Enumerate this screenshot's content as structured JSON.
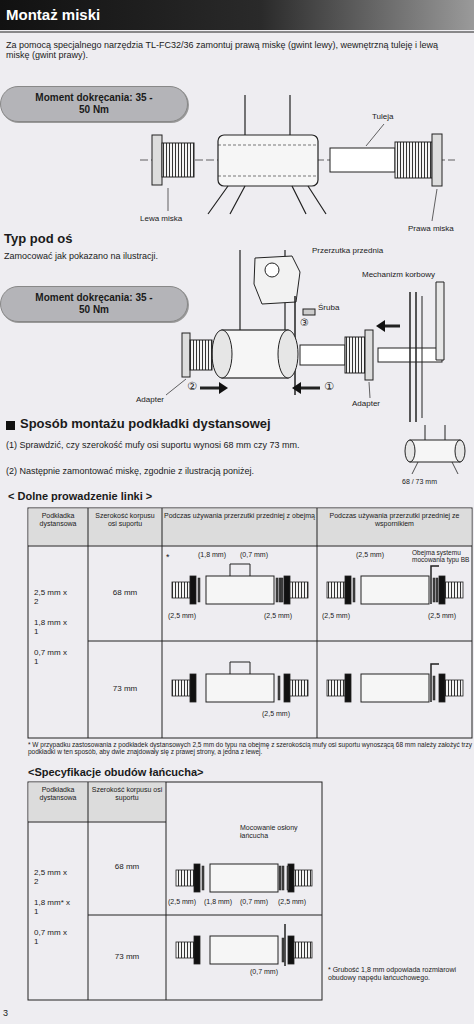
{
  "diagram": {
    "title": "Montaż miski",
    "nodes": [
      {
        "text": [
          "Moment dokręcania: 35 - 50 Nm"
        ]
      },
      {
        "text": [
          "Moment dokręcania: 35 - 50 Nm"
        ]
      }
    ],
    "labels": [
      "Za pomocą specjalnego narzędzia TL-FC32/36 zamontuj prawą miskę (gwint lewy), wewnętrzną tuleję i lewą miskę (gwint prawy).",
      "Tuleja",
      "Lewa miska",
      "Prawa miska",
      "Typ pod oś",
      "Zamocować jak pokazano na ilustracji.",
      "Przerzutka przednia",
      "Mechanizm korbowy",
      "Śruba",
      "③",
      "Adapter",
      "②",
      "①",
      "Adapter",
      "Sposób montażu podkładki dystansowej",
      "(1) Sprawdzić, czy szerokość mufy osi suportu wynosi 68 mm czy 73 mm.",
      "(2) Następnie zamontować miskę, zgodnie z ilustracją poniżej.",
      "68 / 73 mm",
      "< Dolne prowadzenie linki >",
      "Podkładka dystansowa",
      "Szerokość korpusu osi suportu",
      "Podczas używania przerzutki przedniej z obejmą",
      "Podczas używania przerzutki przedniej ze wspornikiem",
      "2,5 mm x 2",
      "1,8 mm x 1",
      "0,7 mm x 1",
      "68 mm",
      "73 mm",
      "*",
      "(1,8 mm)",
      "(0,7 mm)",
      "(2,5 mm)",
      "(2,5 mm)",
      "(2,5 mm)",
      "Obejma systemu mocowania typu BB",
      "(2,5 mm)",
      "(2,5 mm)",
      "(2,5 mm)",
      "* W przypadku zastosowania z podkładek dystansowych 2,5 mm do typu na obejmę z szerokością mufy osi suportu wynoszącą 68 mm należy założyć trzy podkładki w ten sposób, aby dwie znajdowały się z prawej strony, a jedna z lewej.",
      "<Specyfikacje obudów łańcucha>",
      "Podkładka dystansowa",
      "Szerokość korpusu osi suportu",
      "2,5 mm x 2",
      "1,8 mm* x 1",
      "0,7 mm x 1",
      "68 mm",
      "73 mm",
      "Mocowanie osłony łańcucha",
      "(2,5 mm)",
      "(2,5 mm)",
      "(1,8 mm)",
      "(0,7 mm)",
      "(0,7 mm)",
      "* Grubość 1,8 mm odpowiada rozmiarowi obudowy napędu łańcuchowego.",
      "3"
    ]
  }
}
